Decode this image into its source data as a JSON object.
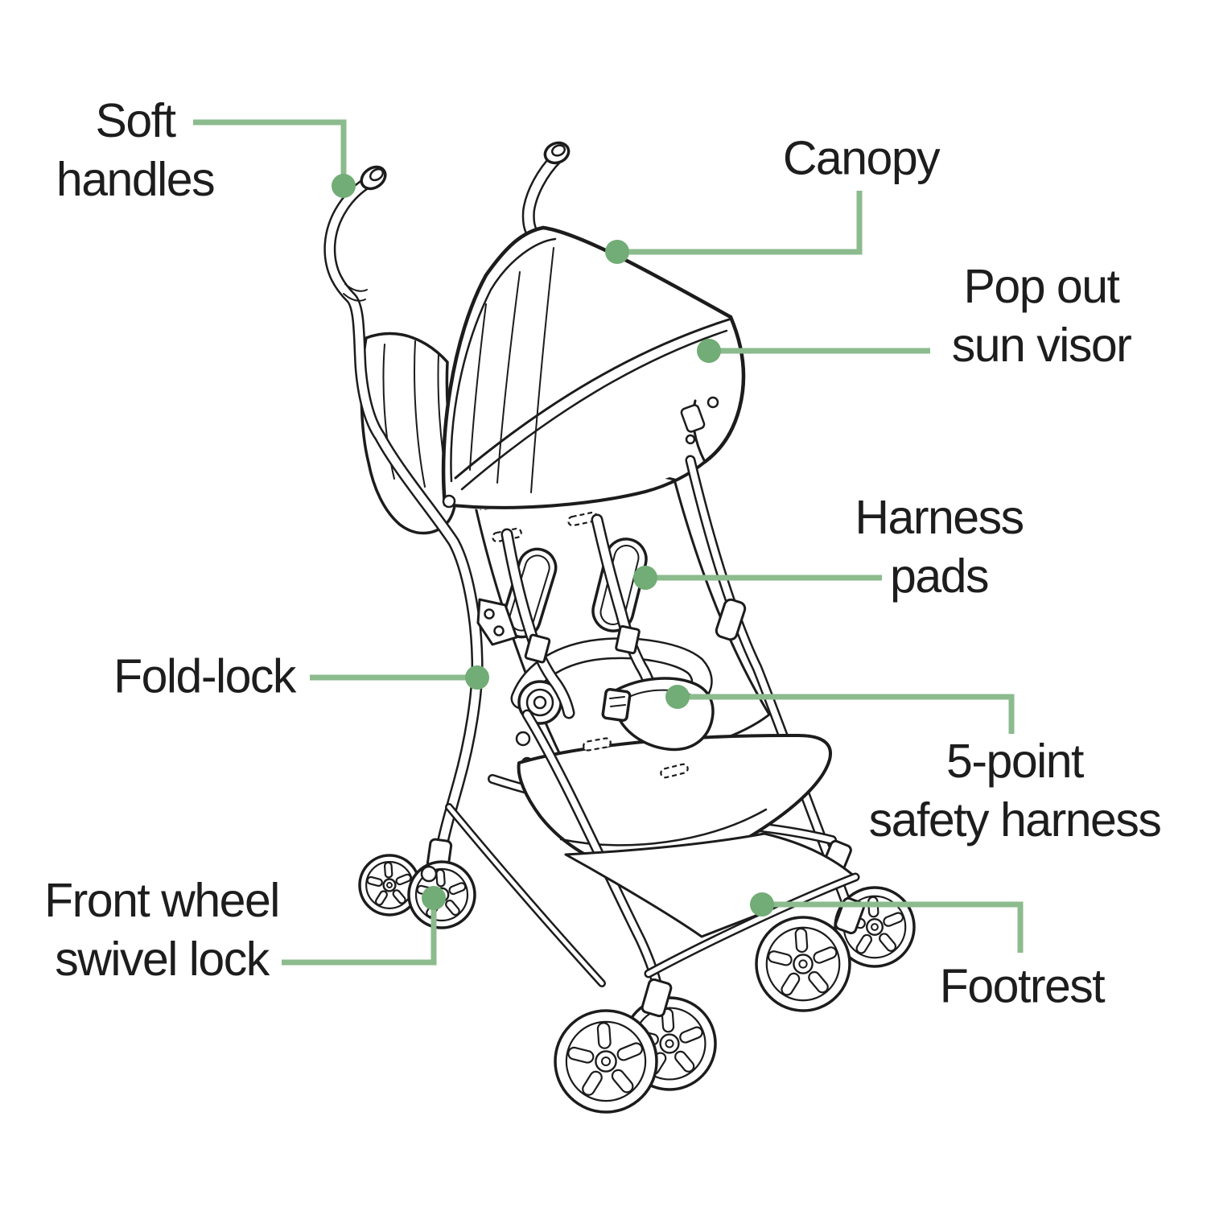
{
  "diagram": {
    "background": "#ffffff",
    "artwork_stroke_color": "#1c1c1c",
    "callout": {
      "line_color": "#8cbb8e",
      "dot_color": "#72ac76",
      "text_color": "#1d1d1d"
    },
    "labels": {
      "soft_handles": {
        "line1": "Soft",
        "line2": "handles"
      },
      "canopy": {
        "line1": "Canopy"
      },
      "sun_visor": {
        "line1": "Pop out",
        "line2": "sun visor"
      },
      "harness_pads": {
        "line1": "Harness",
        "line2": "pads"
      },
      "fold_lock": {
        "line1": "Fold-lock"
      },
      "safety_harness": {
        "line1": "5-point",
        "line2": "safety harness"
      },
      "swivel_lock": {
        "line1": "Front wheel",
        "line2": "swivel lock"
      },
      "footrest": {
        "line1": "Footrest"
      }
    }
  }
}
